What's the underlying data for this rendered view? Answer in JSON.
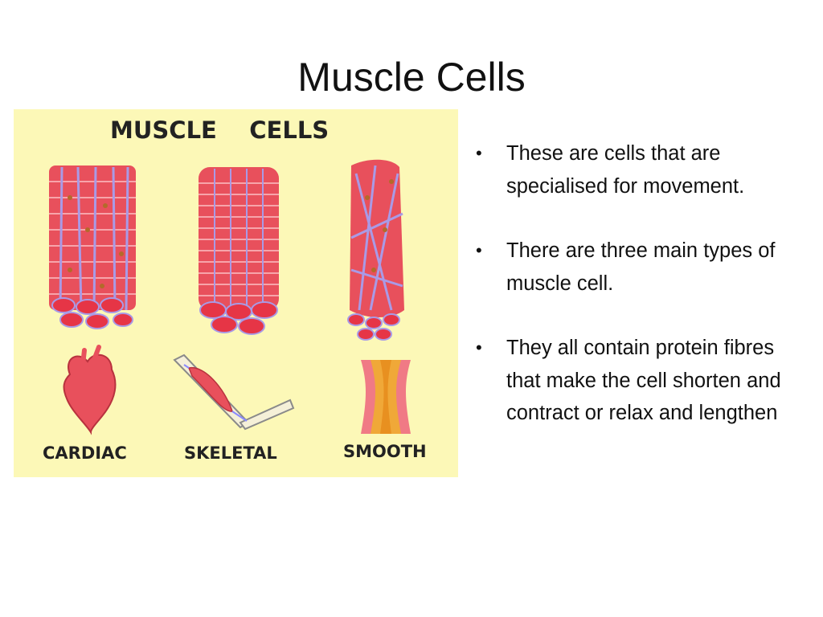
{
  "slide": {
    "title": "Muscle Cells",
    "bullets": [
      "These are cells that are specialised for movement.",
      "There are three main types of muscle cell.",
      "They all contain protein fibres that make the cell shorten and contract or relax and lengthen"
    ],
    "bullet_glyph": "•"
  },
  "figure": {
    "heading": "MUSCLE    CELLS",
    "labels": [
      "CARDIAC",
      "SKELETAL",
      "SMOOTH"
    ],
    "background": "#fcf8b7",
    "muscle_color": "#e8505c",
    "fibre_color": "#a99ae6",
    "nucleus_color": "#b36a2a"
  }
}
